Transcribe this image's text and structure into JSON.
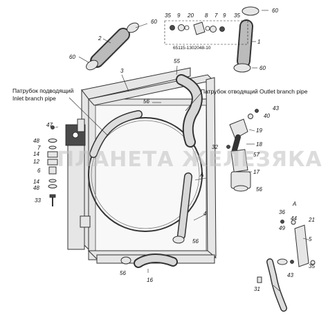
{
  "captions": {
    "inlet_ru": "Патрубок подводящий",
    "inlet_en": "Inlet branch pipe",
    "outlet": "Патрубок отводящий Outlet branch pipe",
    "ref_number": "65115-1302048-10"
  },
  "watermark": "ПЛАНЕТА ЖЕЛЕЗЯКА",
  "callouts": {
    "c35a": "35",
    "c9a": "9",
    "c20": "20",
    "c8": "8",
    "c7": "7",
    "c9b": "9",
    "c35b": "35",
    "c60a": "60",
    "c60b": "60",
    "c2": "2",
    "c1": "1",
    "c60c": "60",
    "c60d": "60",
    "c55": "55",
    "c3": "3",
    "c56a": "56",
    "c43a": "43",
    "c40": "40",
    "c19": "19",
    "c18": "18",
    "c32": "32",
    "c57": "57",
    "c47": "47",
    "c48a": "48",
    "c7b": "7",
    "c14a": "14",
    "c12": "12",
    "c6": "6",
    "c14b": "14",
    "c48b": "48",
    "c33": "33",
    "c17": "17",
    "c56b": "56",
    "cA1": "A",
    "c4": "4",
    "c56c": "56",
    "c56d": "56",
    "c16": "16",
    "cA2": "A",
    "c36": "36",
    "c44": "44",
    "c49": "49",
    "c21": "21",
    "c5": "5",
    "c35c": "35",
    "c43b": "43",
    "c31": "31"
  }
}
